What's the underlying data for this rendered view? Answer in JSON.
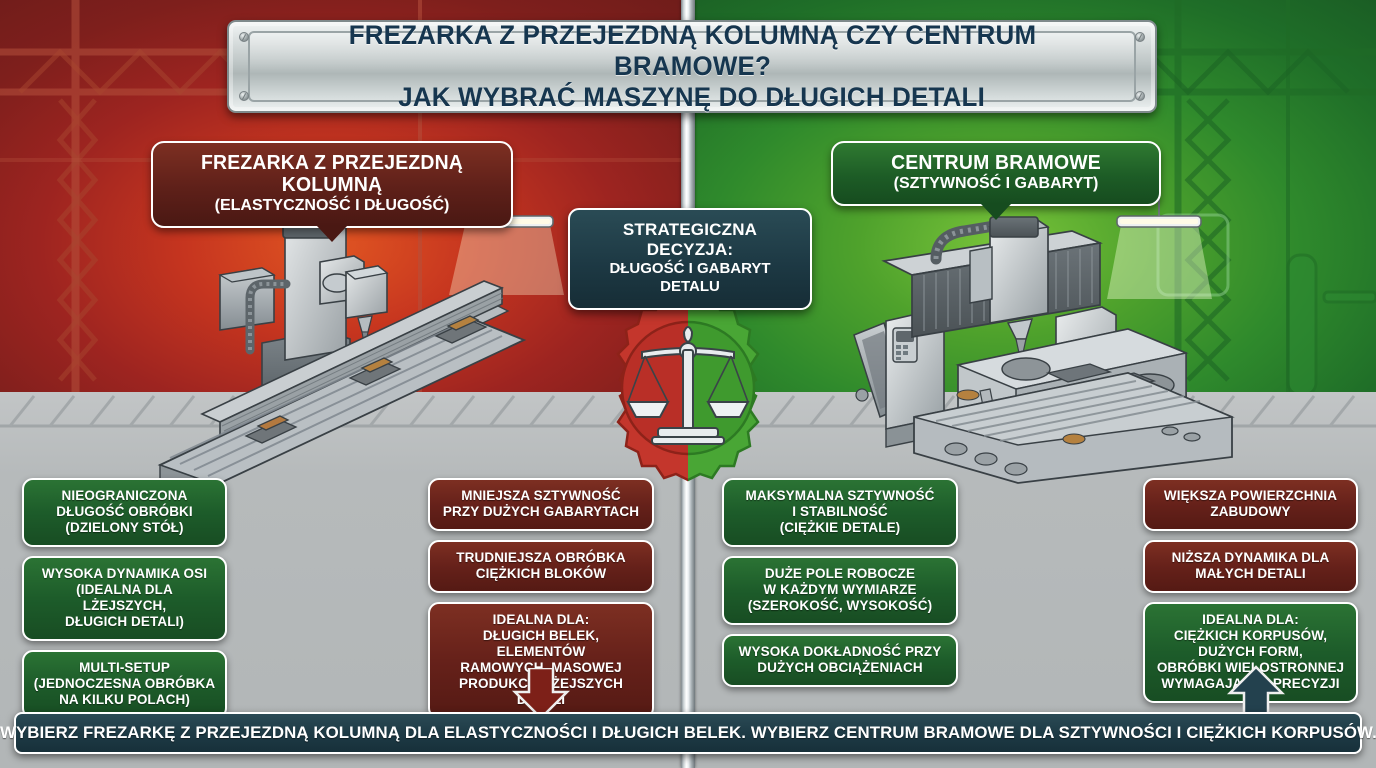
{
  "title": {
    "line1": "FREZARKA Z PRZEJEZDNĄ KOLUMNĄ CZY CENTRUM BRAMOWE?",
    "line2": "JAK WYBRAĆ MASZYNĘ DO DŁUGICH DETALI"
  },
  "left_section": {
    "header_line1": "FREZARKA Z PRZEJEZDNĄ KOLUMNĄ",
    "header_line2": "(ELASTYCZNOŚĆ I DŁUGOŚĆ)",
    "machine_alt": "traveling-column-milling-machine"
  },
  "right_section": {
    "header_line1": "CENTRUM BRAMOWE",
    "header_line2": "(SZTYWNOŚĆ I GABARYT)",
    "machine_alt": "gantry-machining-center"
  },
  "center": {
    "strategic_line1": "STRATEGICZNA DECYZJA:",
    "strategic_line2": "DŁUGOŚĆ I GABARYT DETALU",
    "icon": "gear-with-justice-scales-icon"
  },
  "columns": [
    {
      "id": "column-left-pros",
      "boxes": [
        {
          "color": "green",
          "lines": [
            "NIEOGRANICZONA",
            "DŁUGOŚĆ OBRÓBKI",
            "(DZIELONY STÓŁ)"
          ]
        },
        {
          "color": "green",
          "lines": [
            "WYSOKA DYNAMIKA OSI",
            "(IDEALNA DLA LŻEJSZYCH,",
            "DŁUGICH DETALI)"
          ]
        },
        {
          "color": "green",
          "lines": [
            "MULTI-SETUP",
            "(JEDNOCZESNA OBRÓBKA",
            "NA KILKU POLACH)"
          ]
        }
      ]
    },
    {
      "id": "column-left-cons",
      "boxes": [
        {
          "color": "red",
          "lines": [
            "MNIEJSZA SZTYWNOŚĆ",
            "PRZY DUŻYCH GABARYTACH"
          ]
        },
        {
          "color": "red",
          "lines": [
            "TRUDNIEJSZA OBRÓBKA",
            "CIĘŻKICH BLOKÓW"
          ]
        },
        {
          "color": "red",
          "lines": [
            "IDEALNA DLA:",
            "DŁUGICH BELEK, ELEMENTÓW",
            "RAMOWYCH, MASOWEJ",
            "PRODUKCJI LŻEJSZYCH DETALI"
          ]
        }
      ]
    },
    {
      "id": "column-right-pros",
      "boxes": [
        {
          "color": "green",
          "lines": [
            "MAKSYMALNA SZTYWNOŚĆ",
            "I STABILNOŚĆ",
            "(CIĘŻKIE DETALE)"
          ]
        },
        {
          "color": "green",
          "lines": [
            "DUŻE POLE ROBOCZE",
            "W KAŻDYM WYMIARZE",
            "(SZEROKOŚĆ, WYSOKOŚĆ)"
          ]
        },
        {
          "color": "green",
          "lines": [
            "WYSOKA DOKŁADNOŚĆ PRZY",
            "DUŻYCH OBCIĄŻENIACH"
          ]
        }
      ]
    },
    {
      "id": "column-right-cons",
      "boxes": [
        {
          "color": "red",
          "lines": [
            "WIĘKSZA POWIERZCHNIA",
            "ZABUDOWY"
          ]
        },
        {
          "color": "red",
          "lines": [
            "NIŻSZA DYNAMIKA DLA",
            "MAŁYCH DETALI"
          ]
        },
        {
          "color": "green",
          "lines": [
            "IDEALNA DLA:",
            "CIĘŻKICH KORPUSÓW,",
            "DUŻYCH FORM,",
            "OBRÓBKI WIELOSTRONNEJ",
            "WYMAGAJĄCEJ PRECYZJI"
          ]
        }
      ]
    }
  ],
  "arrows": {
    "left": "arrow-down-red-icon",
    "right": "arrow-up-navy-icon"
  },
  "banner": {
    "text": "WYBIERZ FREZARKĘ Z PRZEJEZDNĄ KOLUMNĄ DLA ELASTYCZNOŚCI I DŁUGICH BELEK. WYBIERZ CENTRUM BRAMOWE DLA SZTYWNOŚCI I CIĘŻKICH KORPUSÓW."
  },
  "colors": {
    "red_bg": "#9d2420",
    "green_bg": "#2f8a2c",
    "green_box": "#1d5c2a",
    "red_box": "#66211a",
    "navy": "#1e3b46",
    "floor": "#b6babb"
  }
}
